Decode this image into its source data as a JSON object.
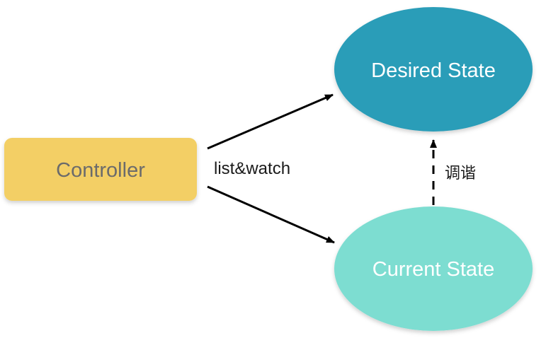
{
  "diagram": {
    "nodes": {
      "controller": {
        "label": "Controller",
        "fill": "#f3cf65",
        "text_color": "#6b6b6b"
      },
      "desired_state": {
        "label": "Desired State",
        "fill": "#2a9db8",
        "text_color": "#ffffff"
      },
      "current_state": {
        "label": "Current State",
        "fill": "#7dddd1",
        "text_color": "#ffffff"
      }
    },
    "edges": {
      "list_watch_label": "list&watch",
      "reconcile_label": "调谐",
      "arrow_color": "#000000"
    }
  }
}
